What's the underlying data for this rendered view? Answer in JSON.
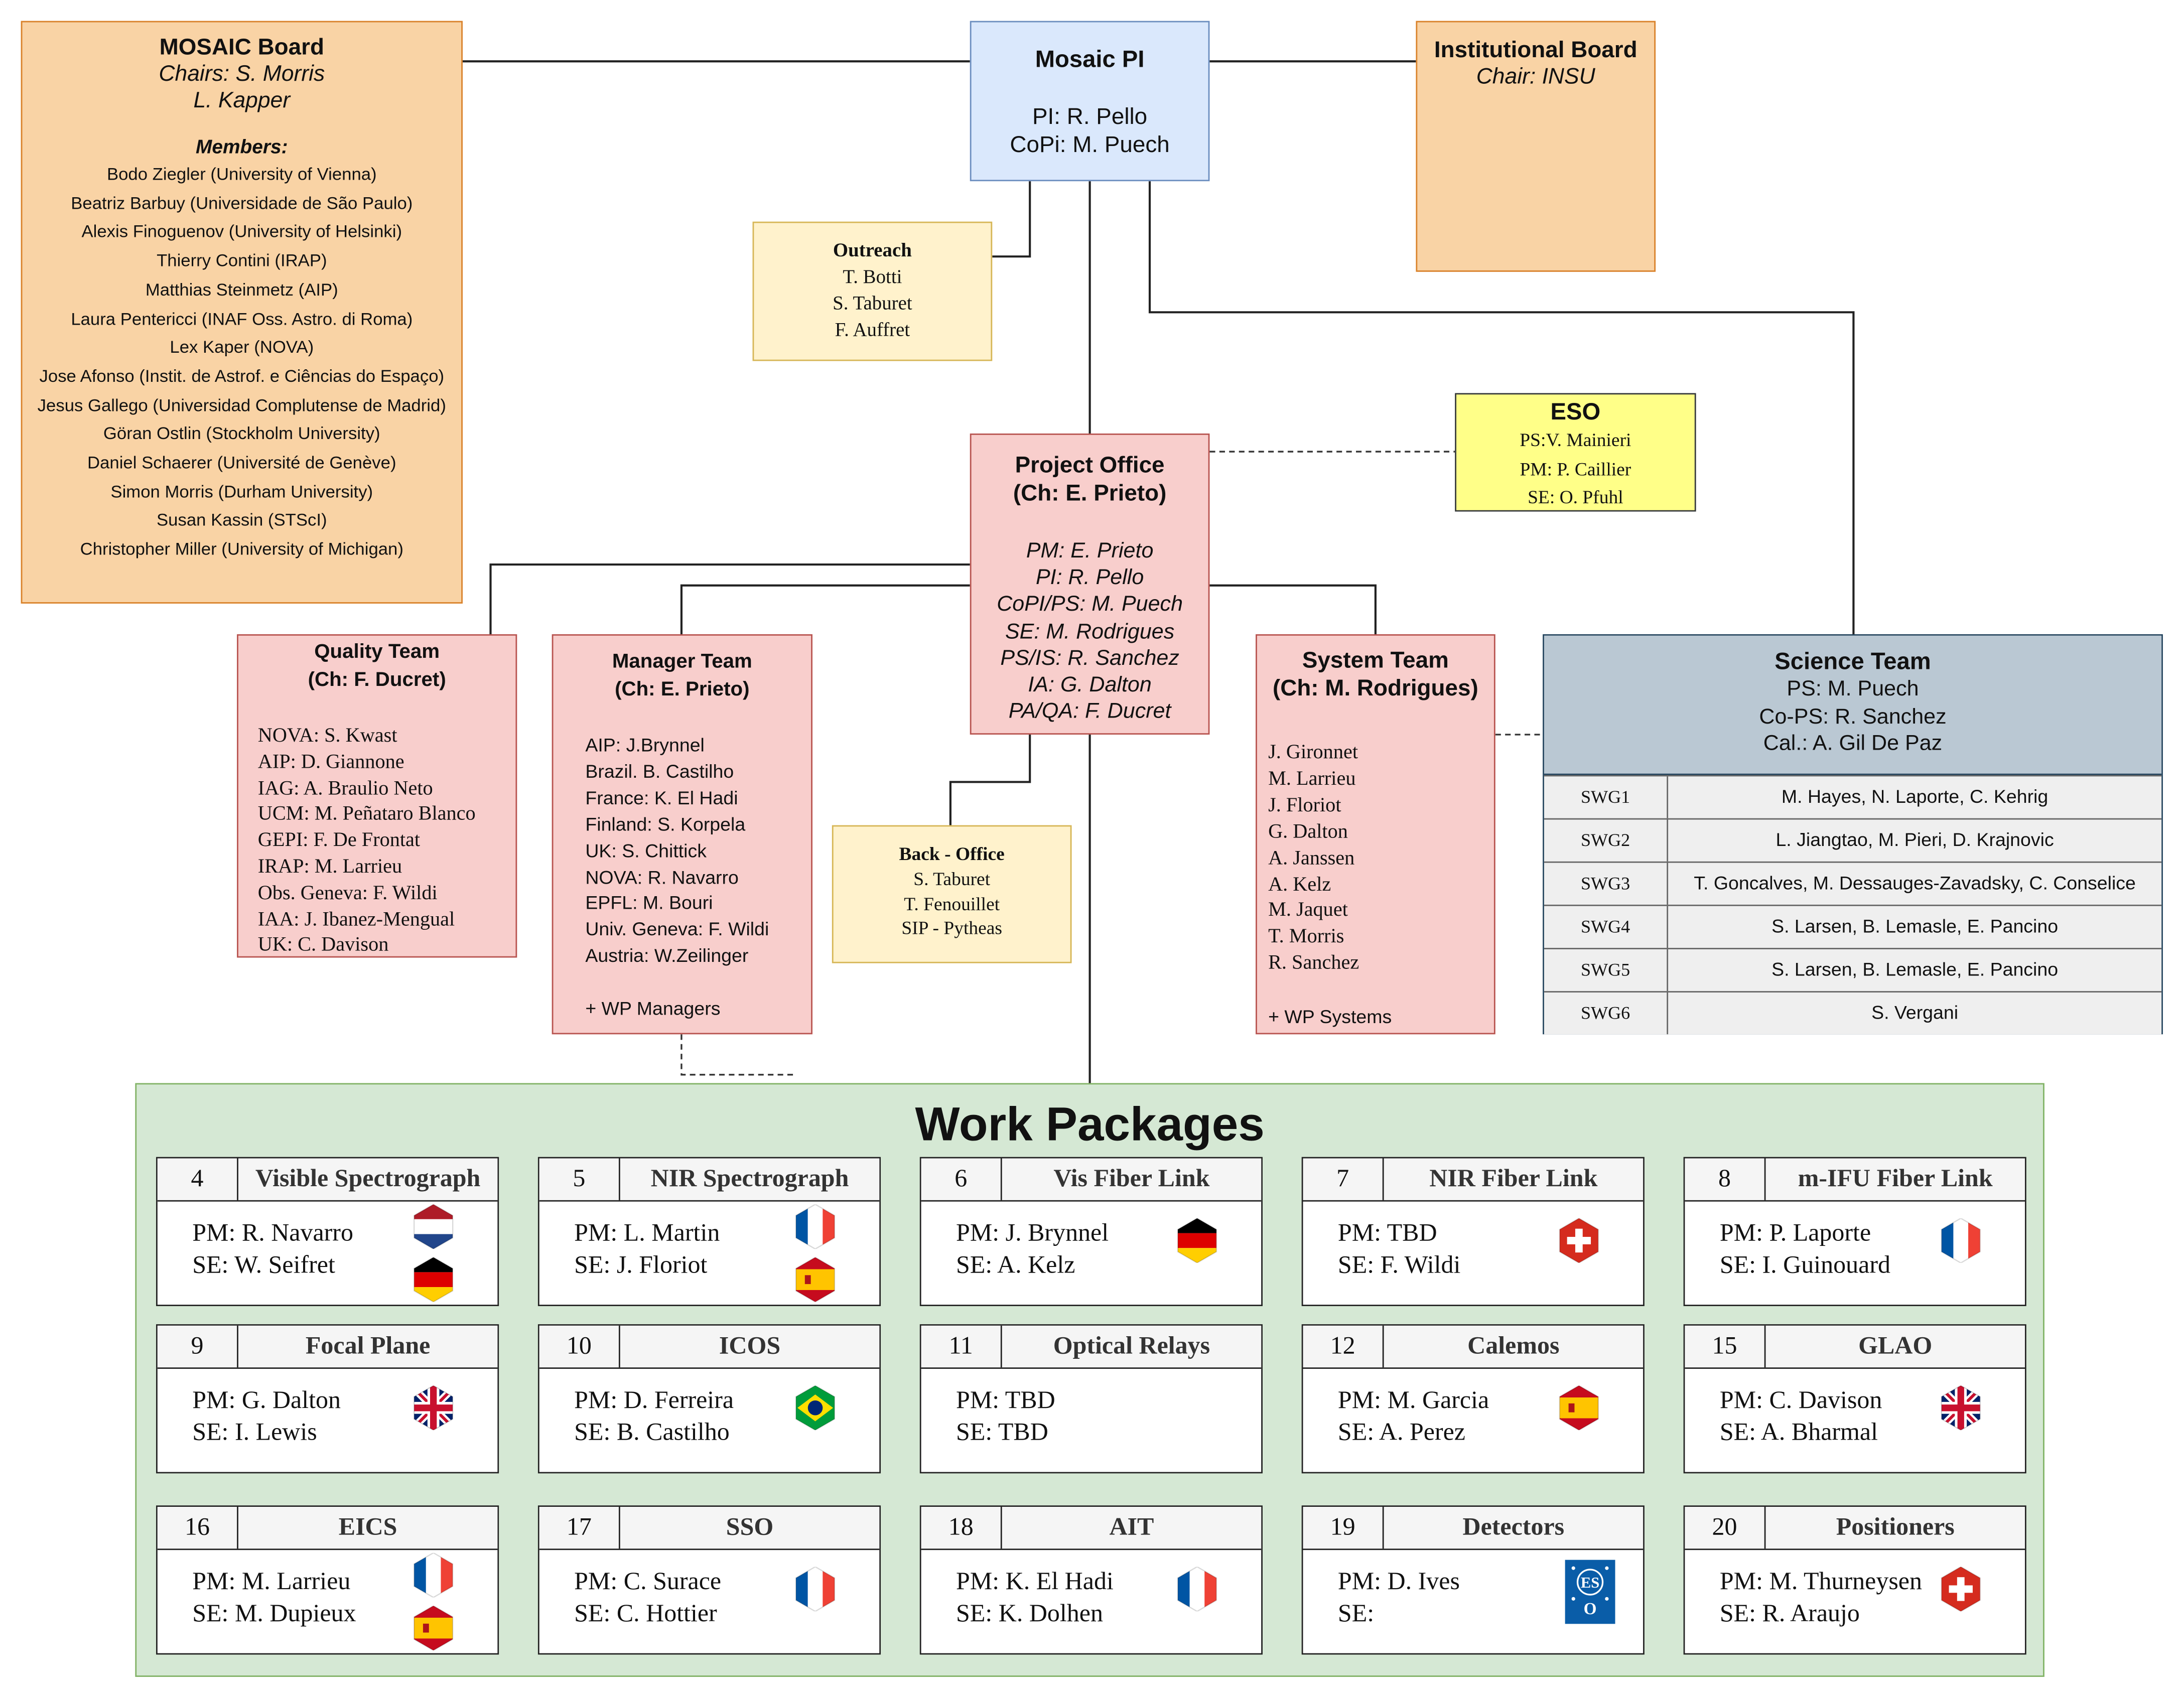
{
  "mosaic_board": {
    "title": "MOSAIC Board",
    "chairs_1": "Chairs: S. Morris",
    "chairs_2": "L. Kapper",
    "members_label": "Members:",
    "members": [
      "Bodo Ziegler (University of Vienna)",
      "Beatriz Barbuy (Universidade de São Paulo)",
      "Alexis Finoguenov (University of Helsinki)",
      "Thierry Contini (IRAP)",
      "Matthias Steinmetz (AIP)",
      "Laura Pentericci (INAF Oss. Astro. di Roma)",
      "Lex Kaper (NOVA)",
      "Jose Afonso (Instit. de Astrof. e Ciências do Espaço)",
      "Jesus Gallego (Universidad Complutense de Madrid)",
      "Göran Ostlin (Stockholm University)",
      "Daniel Schaerer (Université de Genève)",
      "Simon Morris (Durham University)",
      "Susan Kassin (STScI)",
      "Christopher Miller (University of Michigan)"
    ]
  },
  "mosaic_pi": {
    "title": "Mosaic PI",
    "pi": "PI: R. Pello",
    "copi": "CoPi: M. Puech"
  },
  "institutional_board": {
    "title": "Institutional Board",
    "chair": "Chair: INSU"
  },
  "outreach": {
    "title": "Outreach",
    "members": [
      "T. Botti",
      "S. Taburet",
      "F. Auffret"
    ]
  },
  "eso": {
    "title": "ESO",
    "lines": [
      "PS:V. Mainieri",
      "PM: P. Caillier",
      "SE: O. Pfuhl"
    ]
  },
  "project_office": {
    "title_1": "Project Office",
    "title_2": "(Ch: E. Prieto)",
    "roles": [
      "PM: E. Prieto",
      "PI: R. Pello",
      "CoPI/PS: M. Puech",
      "SE: M. Rodrigues",
      "PS/IS: R. Sanchez",
      "IA: G. Dalton",
      "PA/QA: F. Ducret"
    ]
  },
  "quality_team": {
    "title_1": "Quality Team",
    "title_2": "(Ch: F. Ducret)",
    "members": [
      "NOVA: S. Kwast",
      "AIP: D. Giannone",
      "IAG: A. Braulio Neto",
      "UCM: M. Peñataro Blanco",
      "GEPI: F. De Frontat",
      "IRAP: M. Larrieu",
      "Obs. Geneva: F. Wildi",
      "IAA: J. Ibanez-Mengual",
      "UK: C. Davison"
    ]
  },
  "manager_team": {
    "title_1": "Manager Team",
    "title_2": "(Ch: E. Prieto)",
    "members": [
      "AIP: J.Brynnel",
      "Brazil. B. Castilho",
      "France: K. El Hadi",
      "Finland: S. Korpela",
      "UK: S. Chittick",
      "NOVA: R. Navarro",
      "EPFL: M. Bouri",
      "Univ. Geneva: F. Wildi",
      "Austria: W.Zeilinger"
    ],
    "extra": "+ WP Managers"
  },
  "back_office": {
    "title": "Back - Office",
    "members": [
      "S. Taburet",
      "T. Fenouillet",
      "SIP - Pytheas"
    ]
  },
  "system_team": {
    "title_1": "System Team",
    "title_2": "(Ch: M. Rodrigues)",
    "members": [
      "J. Gironnet",
      "M. Larrieu",
      "J. Floriot",
      "G. Dalton",
      "A. Janssen",
      "A. Kelz",
      "M. Jaquet",
      "T. Morris",
      "R. Sanchez"
    ],
    "extra": "+ WP Systems"
  },
  "science_team": {
    "title": "Science Team",
    "ps": "PS: M. Puech",
    "cops": "Co-PS: R. Sanchez",
    "cal": "Cal.: A. Gil De Paz",
    "swgs": [
      {
        "id": "SWG1",
        "members": "M. Hayes, N. Laporte, C. Kehrig"
      },
      {
        "id": "SWG2",
        "members": "L. Jiangtao, M. Pieri, D. Krajnovic"
      },
      {
        "id": "SWG3",
        "members": "T. Goncalves, M. Dessauges-Zavadsky, C. Conselice"
      },
      {
        "id": "SWG4",
        "members": "S. Larsen, B. Lemasle, E. Pancino"
      },
      {
        "id": "SWG5",
        "members": "S. Larsen, B. Lemasle, E. Pancino"
      },
      {
        "id": "SWG6",
        "members": "S. Vergani"
      }
    ]
  },
  "work_packages": {
    "title": "Work Packages",
    "items": [
      {
        "num": "4",
        "title": "Visible Spectrograph",
        "pm": "PM: R. Navarro",
        "se": "SE: W. Seifret",
        "flags": [
          "netherlands-flag-icon",
          "germany-flag-icon"
        ]
      },
      {
        "num": "5",
        "title": "NIR Spectrograph",
        "pm": "PM: L. Martin",
        "se": "SE: J. Floriot",
        "flags": [
          "france-flag-icon",
          "spain-flag-icon"
        ]
      },
      {
        "num": "6",
        "title": "Vis Fiber Link",
        "pm": "PM: J. Brynnel",
        "se": "SE: A. Kelz",
        "flags": [
          "germany-flag-icon"
        ]
      },
      {
        "num": "7",
        "title": "NIR Fiber Link",
        "pm": "PM: TBD",
        "se": "SE: F. Wildi",
        "flags": [
          "switzerland-flag-icon"
        ]
      },
      {
        "num": "8",
        "title": "m-IFU Fiber Link",
        "pm": "PM: P. Laporte",
        "se": "SE: I. Guinouard",
        "flags": [
          "france-flag-icon"
        ]
      },
      {
        "num": "9",
        "title": "Focal Plane",
        "pm": "PM: G. Dalton",
        "se": "SE: I. Lewis",
        "flags": [
          "uk-flag-icon"
        ]
      },
      {
        "num": "10",
        "title": "ICOS",
        "pm": "PM: D. Ferreira",
        "se": "SE: B. Castilho",
        "flags": [
          "brazil-flag-icon"
        ]
      },
      {
        "num": "11",
        "title": "Optical Relays",
        "pm": "PM: TBD",
        "se": "SE: TBD",
        "flags": []
      },
      {
        "num": "12",
        "title": "Calemos",
        "pm": "PM: M. Garcia",
        "se": "SE: A. Perez",
        "flags": [
          "spain-flag-icon"
        ]
      },
      {
        "num": "15",
        "title": "GLAO",
        "pm": "PM: C. Davison",
        "se": "SE: A. Bharmal",
        "flags": [
          "uk-flag-icon"
        ]
      },
      {
        "num": "16",
        "title": "EICS",
        "pm": "PM: M. Larrieu",
        "se": "SE: M. Dupieux",
        "flags": [
          "france-flag-icon",
          "spain-flag-icon"
        ]
      },
      {
        "num": "17",
        "title": "SSO",
        "pm": "PM: C. Surace",
        "se": "SE: C. Hottier",
        "flags": [
          "france-flag-icon"
        ]
      },
      {
        "num": "18",
        "title": "AIT",
        "pm": "PM: K. El Hadi",
        "se": "SE: K. Dolhen",
        "flags": [
          "france-flag-icon"
        ]
      },
      {
        "num": "19",
        "title": "Detectors",
        "pm": "PM: D. Ives",
        "se": "SE:",
        "flags": [
          "eso-logo-icon"
        ]
      },
      {
        "num": "20",
        "title": "Positioners",
        "pm": "PM: M. Thurneysen",
        "se": "SE: R. Araujo",
        "flags": [
          "switzerland-flag-icon"
        ]
      }
    ]
  },
  "colors": {
    "board_fill": "#f9d3a5",
    "pi_fill": "#dae8fc",
    "team_fill": "#f8cecc",
    "office_fill": "#fff2cc",
    "eso_fill": "#ffff88",
    "science_fill": "#bac8d3",
    "wp_fill": "#d5e8d4"
  }
}
